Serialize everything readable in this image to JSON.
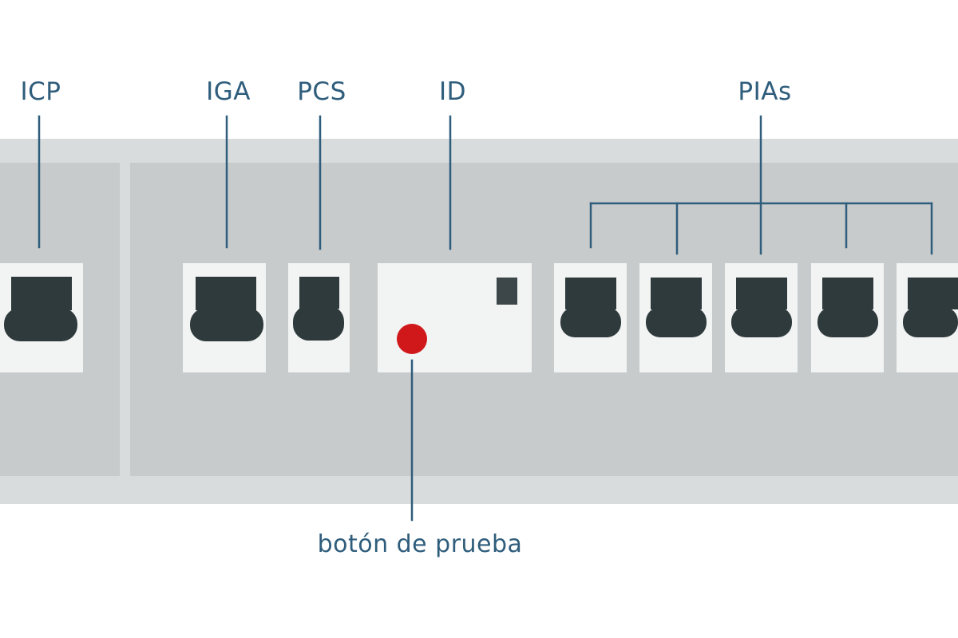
{
  "labels": {
    "icp": "ICP",
    "iga": "IGA",
    "pcs": "PCS",
    "id": "ID",
    "pias": "PIAs",
    "test_button": "botón de prueba"
  },
  "colors": {
    "panel_frame": "#d9dcdd",
    "panel_inner": "#c7cbcc",
    "module_body": "#f2f3f3",
    "switch_dark": "#2f3a3c",
    "leader_line": "#2f5d7c",
    "label_text": "#2f5d7c",
    "test_button": "#d0181b"
  }
}
